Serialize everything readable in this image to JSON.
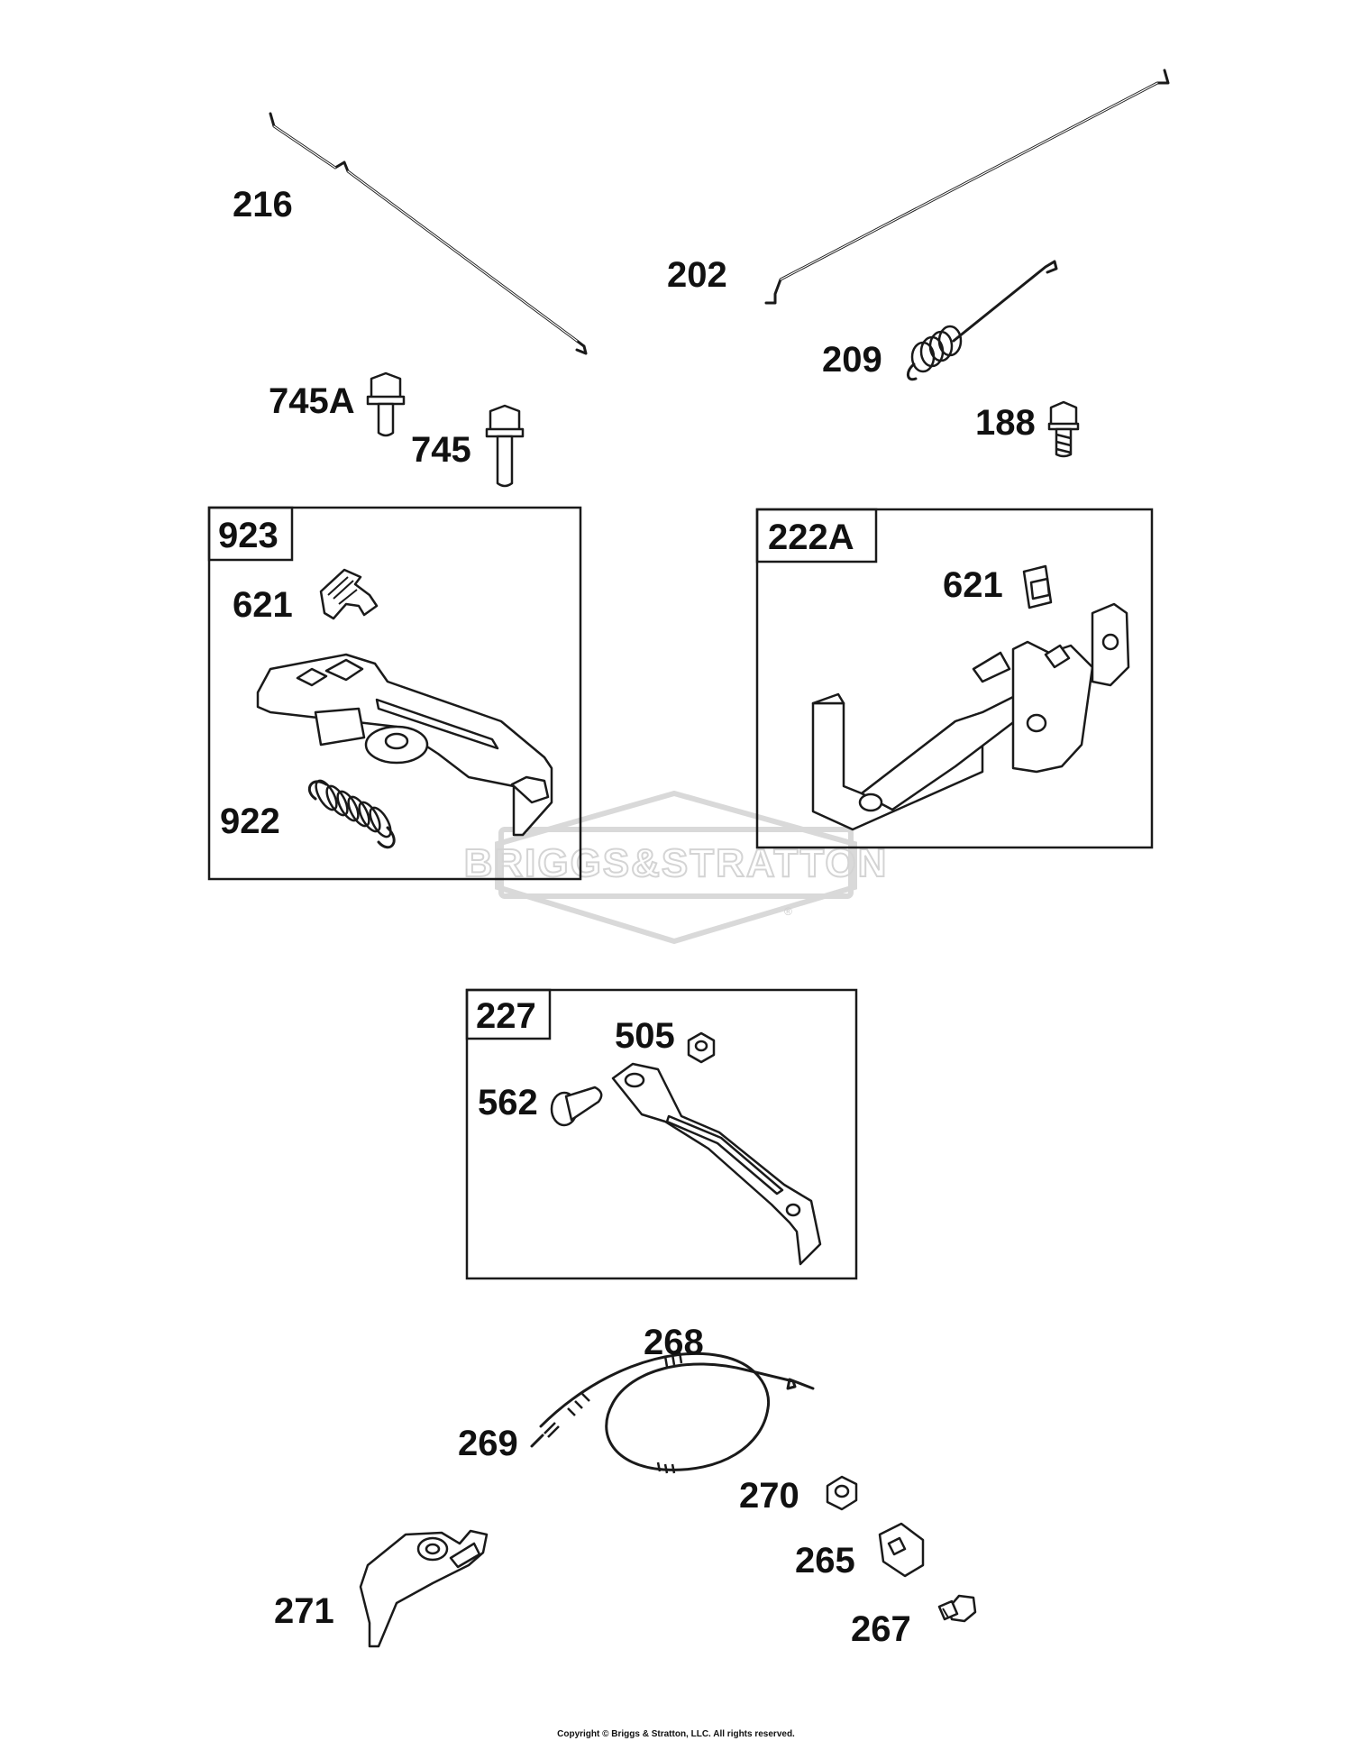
{
  "parts": {
    "p216": "216",
    "p202": "202",
    "p209": "209",
    "p745a": "745A",
    "p745": "745",
    "p188": "188",
    "p621a": "621",
    "p922": "922",
    "p621b": "621",
    "p505": "505",
    "p562": "562",
    "p268": "268",
    "p269": "269",
    "p270": "270",
    "p265": "265",
    "p271": "271",
    "p267": "267"
  },
  "kits": {
    "k923": "923",
    "k222a": "222A",
    "k227": "227"
  },
  "watermark": {
    "logo_text": "BRIGGS&STRATTON",
    "registered": "®"
  },
  "footer": {
    "copyright": "Copyright © Briggs & Stratton, LLC. All rights reserved."
  },
  "colors": {
    "line": "#1a1a1a",
    "watermark": "#d9d9d9",
    "background": "#ffffff"
  }
}
